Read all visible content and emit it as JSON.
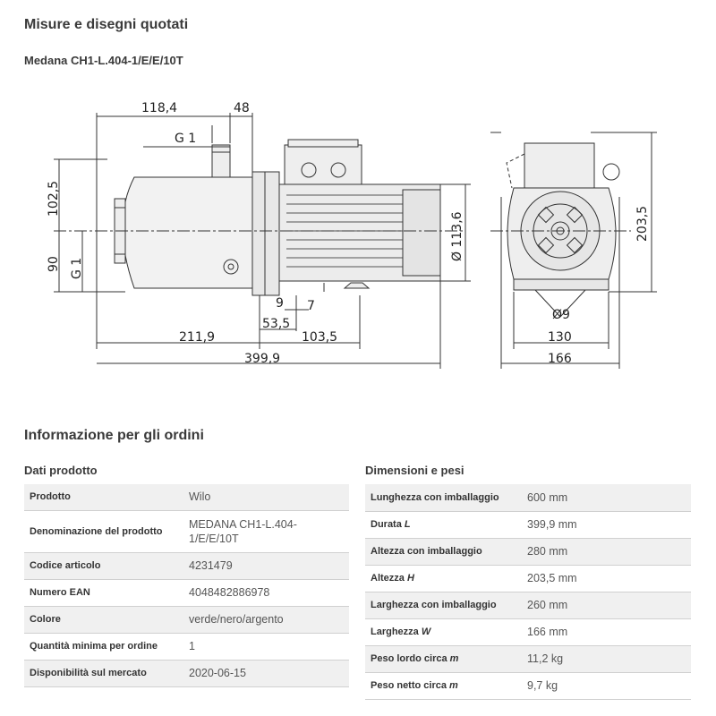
{
  "header": {
    "title": "Misure e disegni quotati",
    "model": "Medana CH1-L.404-1/E/E/10T"
  },
  "drawing": {
    "dims": {
      "top_width": "118,4",
      "top_small": "48",
      "connection_top": "G 1",
      "height_upper": "102,5",
      "height_lower": "90",
      "connection_side": "G 1",
      "gap": "9",
      "foot_height": "7",
      "foot_offset": "53,5",
      "foot_to_end": "103,5",
      "pump_length": "211,9",
      "total_length": "399,9",
      "motor_diameter": "Ø 113,6",
      "total_height": "203,5",
      "hole_diameter": "Ø9",
      "foot_width": "130",
      "total_width": "166"
    }
  },
  "ordering": {
    "title": "Informazione per gli ordini"
  },
  "product_data": {
    "title": "Dati prodotto",
    "rows": [
      {
        "label": "Prodotto",
        "value": "Wilo"
      },
      {
        "label": "Denominazione del prodotto",
        "value": "MEDANA CH1-L.404-1/E/E/10T"
      },
      {
        "label": "Codice articolo",
        "value": "4231479"
      },
      {
        "label": "Numero EAN",
        "value": "4048482886978"
      },
      {
        "label": "Colore",
        "value": "verde/nero/argento"
      },
      {
        "label": "Quantità minima per ordine",
        "value": "1"
      },
      {
        "label": "Disponibilità sul mercato",
        "value": "2020-06-15"
      }
    ]
  },
  "dimensions": {
    "title": "Dimensioni e pesi",
    "rows": [
      {
        "label": "Lunghezza con imballaggio",
        "italic": "",
        "value": "600 mm"
      },
      {
        "label": "Durata ",
        "italic": "L",
        "value": "399,9 mm"
      },
      {
        "label": "Altezza con imballaggio",
        "italic": "",
        "value": "280 mm"
      },
      {
        "label": "Altezza ",
        "italic": "H",
        "value": "203,5 mm"
      },
      {
        "label": "Larghezza con imballaggio",
        "italic": "",
        "value": "260 mm"
      },
      {
        "label": "Larghezza ",
        "italic": "W",
        "value": "166 mm"
      },
      {
        "label": "Peso lordo circa ",
        "italic": "m",
        "value": "11,2 kg"
      },
      {
        "label": "Peso netto circa ",
        "italic": "m",
        "value": "9,7 kg"
      }
    ]
  },
  "colors": {
    "link": "#009c82",
    "row_shade": "#f0f0f0"
  }
}
